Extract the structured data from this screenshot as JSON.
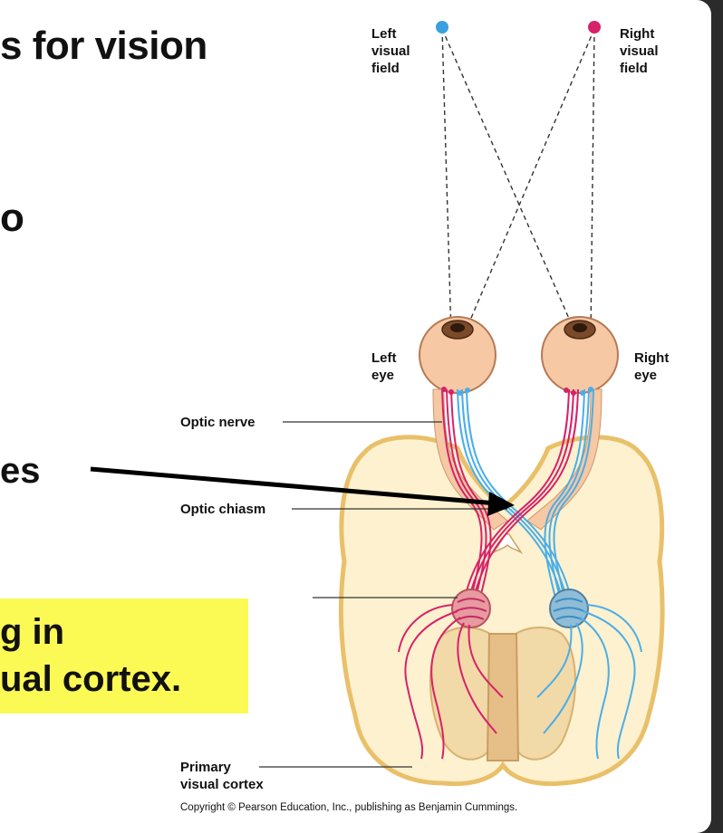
{
  "slide": {
    "title_fragment": "s for vision",
    "line2_fragment": "o",
    "line3_fragment": "es",
    "highlight_line1": "g in",
    "highlight_line2": "ual cortex.",
    "highlight_color": "#fbfa55"
  },
  "diagram": {
    "left_field_label": [
      "Left",
      "visual",
      "field"
    ],
    "right_field_label": [
      "Right",
      "visual",
      "field"
    ],
    "left_eye_label": [
      "Left",
      "eye"
    ],
    "right_eye_label": [
      "Right",
      "eye"
    ],
    "optic_nerve_label": "Optic nerve",
    "optic_chiasm_label": "Optic chiasm",
    "primary_cortex_label": [
      "Primary",
      "visual cortex"
    ],
    "copyright": "Copyright © Pearson Education, Inc., publishing as Benjamin Cummings.",
    "colors": {
      "left_field": "#3aa0e0",
      "right_field": "#d6226a",
      "left_pathway": "#d6226a",
      "right_pathway": "#4aaee8",
      "brain_fill": "#fdf1cf",
      "brain_outline": "#e9c06a",
      "eye_fill": "#f6c8a4",
      "arrow": "#000000"
    }
  }
}
